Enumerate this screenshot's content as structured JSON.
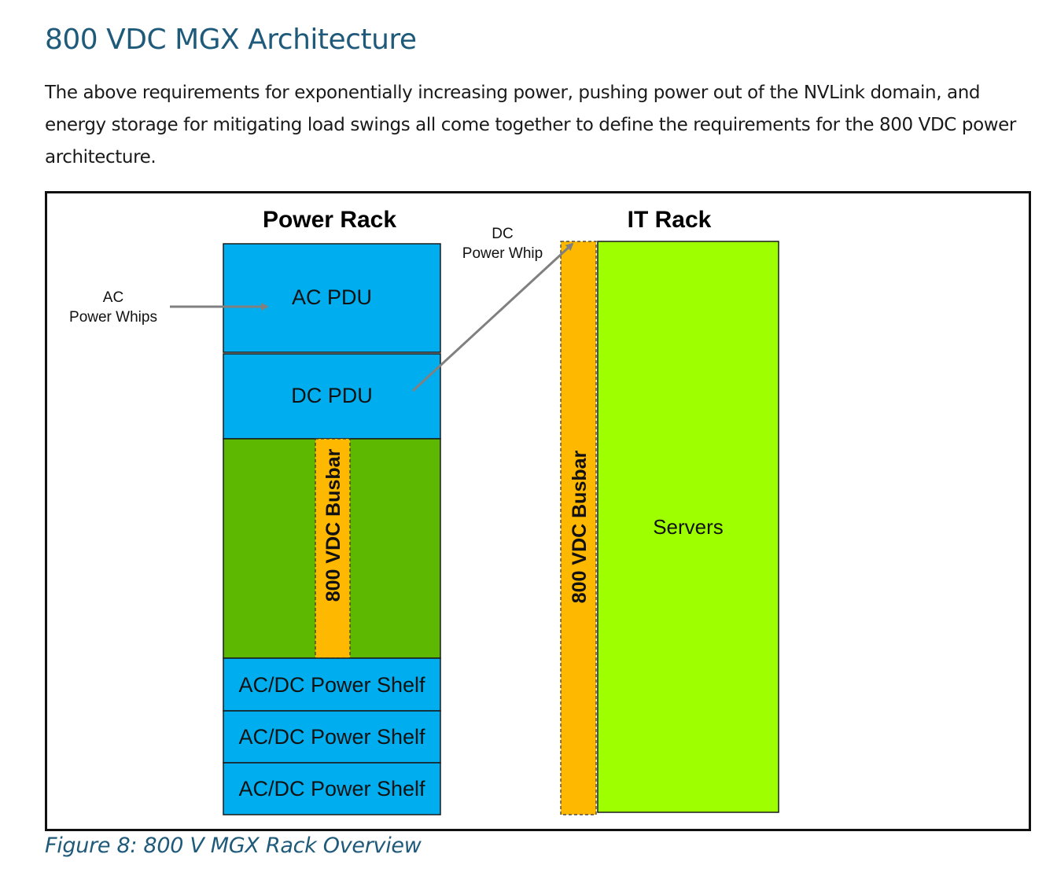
{
  "document": {
    "heading": "800 VDC MGX Architecture",
    "paragraph": "The above requirements for exponentially increasing power, pushing power out of the NVLink domain, and energy storage for mitigating load swings all come together to define the requirements for the 800 VDC power architecture.",
    "caption": "Figure 8: 800 V MGX Rack Overview"
  },
  "diagram": {
    "power_rack": {
      "title": "Power Rack",
      "ac_pdu": "AC PDU",
      "dc_pdu": "DC PDU",
      "busbar": "800 VDC Busbar",
      "shelves": [
        "AC/DC Power Shelf",
        "AC/DC Power Shelf",
        "AC/DC Power Shelf"
      ]
    },
    "it_rack": {
      "title": "IT Rack",
      "busbar": "800 VDC Busbar",
      "servers": "Servers"
    },
    "ac_whips": {
      "line1": "AC",
      "line2": "Power Whips"
    },
    "dc_whip": {
      "line1": "DC",
      "line2": "Power Whip"
    },
    "colors": {
      "pdu_blue": "#00aeef",
      "storage_green": "#5cb800",
      "server_green": "#9dff00",
      "busbar_orange": "#ffb800",
      "arrow_gray": "#808080",
      "heading_teal": "#1f5a7a"
    }
  }
}
